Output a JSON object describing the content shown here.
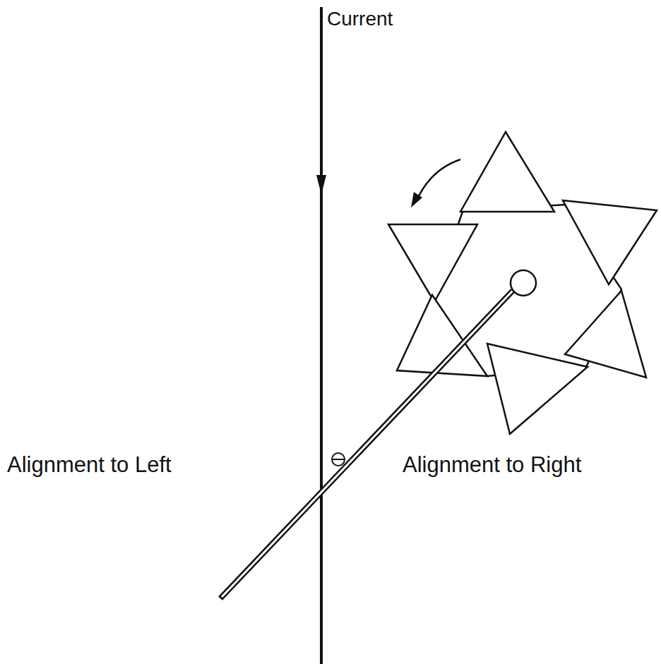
{
  "diagram": {
    "labels": [
      "Current",
      "Alignment to Left",
      "Alignment to Right"
    ]
  }
}
